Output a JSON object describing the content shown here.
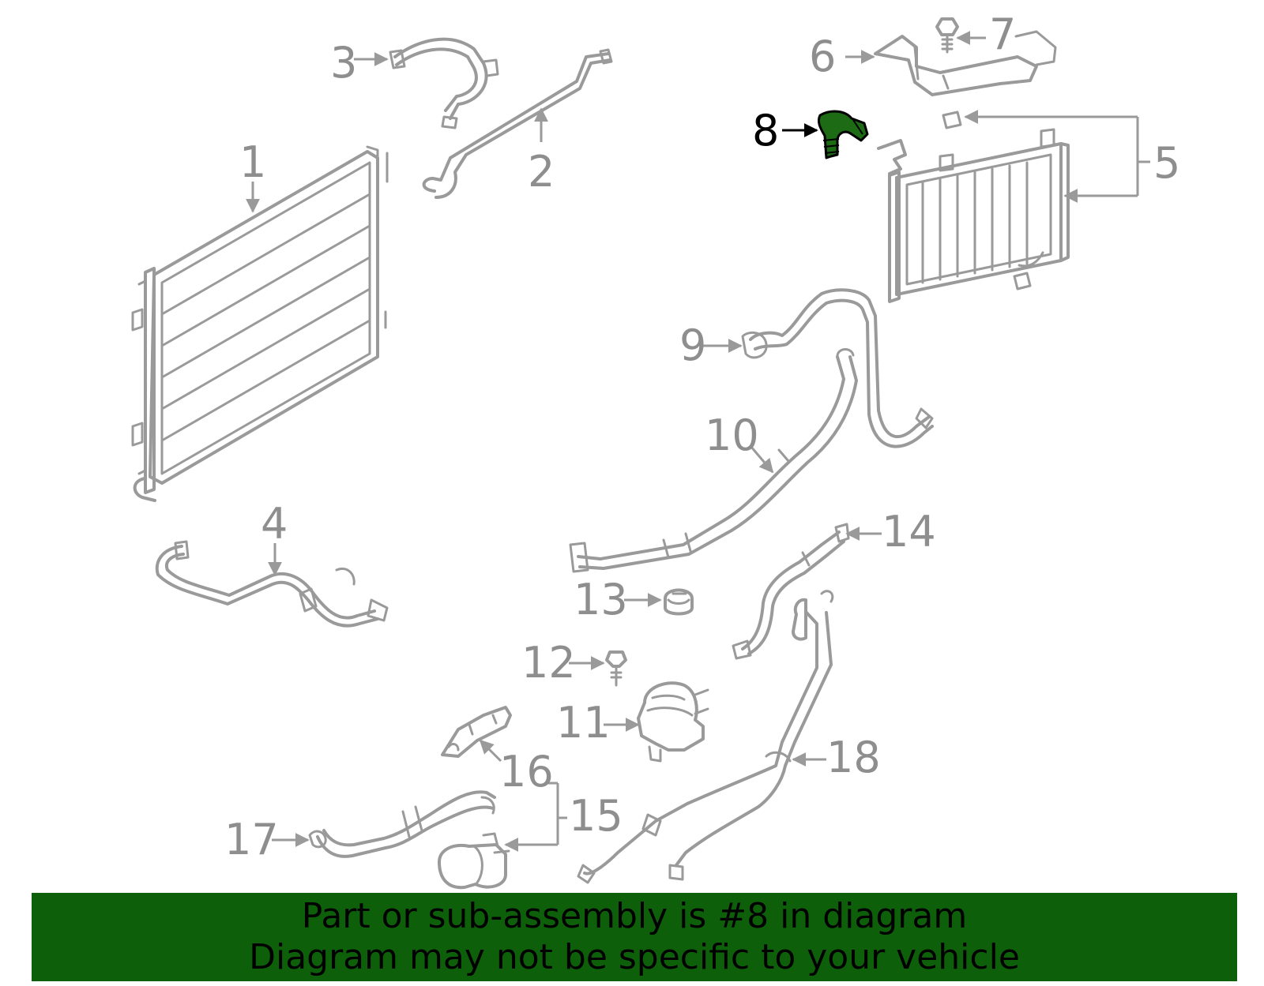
{
  "diagram": {
    "highlight_color": "#1d6b14",
    "banner_color": "#0e5f0a",
    "callouts": {
      "c1": "1",
      "c2": "2",
      "c3": "3",
      "c4": "4",
      "c5": "5",
      "c6": "6",
      "c7": "7",
      "c8": "8",
      "c9": "9",
      "c10": "10",
      "c11": "11",
      "c12": "12",
      "c13": "13",
      "c14": "14",
      "c15": "15",
      "c16": "16",
      "c17": "17",
      "c18": "18"
    }
  },
  "banner": {
    "line1": "Part or sub-assembly is #8 in diagram",
    "line2": "Diagram may not be specific to your vehicle"
  }
}
